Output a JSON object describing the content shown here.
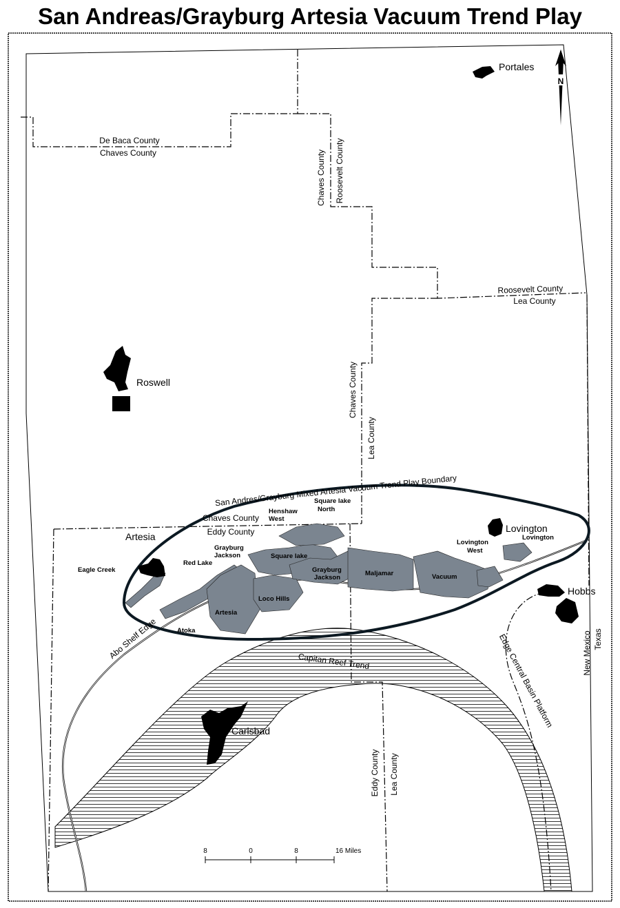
{
  "title": "San Andreas/Grayburg Artesia Vacuum Trend Play",
  "cities": {
    "portales": "Portales",
    "roswell": "Roswell",
    "artesia": "Artesia",
    "lovington": "Lovington",
    "hobbs": "Hobbs",
    "carlsbad": "Carlsbad"
  },
  "counties": {
    "de_baca": "De Baca County",
    "chaves_south": "Chaves County",
    "chaves_west": "Chaves County",
    "roosevelt_east": "Roosevelt County",
    "roosevelt_south": "Roosevelt County",
    "lea_north": "Lea County",
    "chaves_lea_west": "Chaves County",
    "lea_east": "Lea County",
    "chaves_play": "Chaves County",
    "eddy_play": "Eddy County",
    "eddy_south": "Eddy County",
    "lea_south": "Lea County"
  },
  "states": {
    "new_mexico": "New Mexico",
    "texas": "Texas"
  },
  "features": {
    "play_boundary": "San Andres/Grayburg Mixed Artesia Vacuum Trend Play Boundary",
    "capitan_reef": "Capitan Reef Trend",
    "abo_shelf": "Abo Shelf Edge",
    "central_basin": "Edge Central Basin Platform"
  },
  "fields": {
    "eagle_creek": "Eagle Creek",
    "red_lake": "Red Lake",
    "grayburg_jackson_1": "Grayburg",
    "grayburg_jackson_2": "Jackson",
    "henshaw_west_1": "Henshaw",
    "henshaw_west_2": "West",
    "square_lake_north_1": "Square lake",
    "square_lake_north_2": "North",
    "square_lake": "Square lake",
    "grayburg_jackson_e1": "Grayburg",
    "grayburg_jackson_e2": "Jackson",
    "maljamar": "Maljamar",
    "vacuum": "Vacuum",
    "lovington_west_1": "Lovington",
    "lovington_west_2": "West",
    "lovington": "Lovington",
    "loco_hills": "Loco Hills",
    "artesia": "Artesia",
    "atoka": "Atoka"
  },
  "north_arrow": "N",
  "scale_bar": {
    "ticks": [
      "8",
      "0",
      "8",
      "16 Miles"
    ]
  }
}
